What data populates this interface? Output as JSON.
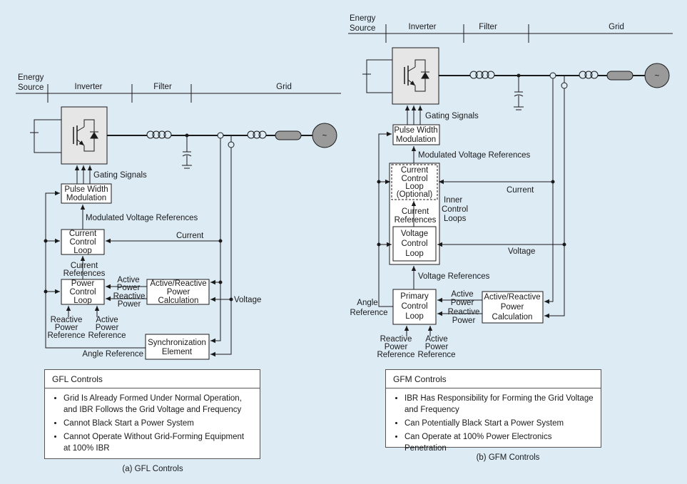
{
  "colors": {
    "background": "#ddebf5",
    "line": "#1a1a1a",
    "inverter_fill": "#e6e6e6",
    "grid_source": "#9a9a9a"
  },
  "gfl": {
    "header": {
      "energy_source_line1": "Energy",
      "energy_source_line2": "Source",
      "inverter": "Inverter",
      "filter": "Filter",
      "grid": "Grid"
    },
    "pwm": {
      "line1": "Pulse Width",
      "line2": "Modulation"
    },
    "ccl": {
      "line1": "Current",
      "line2": "Control",
      "line3": "Loop"
    },
    "pcl": {
      "line1": "Power",
      "line2": "Control",
      "line3": "Loop"
    },
    "calc": {
      "line1": "Active/Reactive",
      "line2": "Power",
      "line3": "Calculation"
    },
    "sync": {
      "line1": "Synchronization",
      "line2": "Element"
    },
    "labels": {
      "gating": "Gating Signals",
      "modulated": "Modulated Voltage References",
      "current": "Current",
      "curref1": "Current",
      "curref2": "References",
      "active1": "Active",
      "active2": "Power",
      "reactive1": "Reactive",
      "reactive2": "Power",
      "voltage": "Voltage",
      "rref1": "Reactive",
      "rref2": "Power",
      "rref3": "Reference",
      "aref1": "Active",
      "aref2": "Power",
      "aref3": "Reference",
      "angle": "Angle Reference"
    },
    "panel": {
      "title": "GFL Controls",
      "bullets": [
        "Grid Is Already Formed Under Normal Operation, and IBR Follows the Grid Voltage and Frequency",
        "Cannot Black Start a Power System",
        "Cannot Operate Without Grid-Forming Equipment at 100% IBR"
      ]
    },
    "caption": "(a) GFL Controls"
  },
  "gfm": {
    "header": {
      "energy_source_line1": "Energy",
      "energy_source_line2": "Source",
      "inverter": "Inverter",
      "filter": "Filter",
      "grid": "Grid"
    },
    "pwm": {
      "line1": "Pulse Width",
      "line2": "Modulation"
    },
    "ccl": {
      "line1": "Current",
      "line2": "Control",
      "line3": "Loop",
      "line4": "(Optional)"
    },
    "vcl": {
      "line1": "Voltage",
      "line2": "Control",
      "line3": "Loop"
    },
    "pcl": {
      "line1": "Primary",
      "line2": "Control",
      "line3": "Loop"
    },
    "calc": {
      "line1": "Active/Reactive",
      "line2": "Power",
      "line3": "Calculation"
    },
    "labels": {
      "gating": "Gating Signals",
      "modulated": "Modulated Voltage References",
      "current": "Current",
      "curref1": "Current",
      "curref2": "References",
      "inner1": "Inner",
      "inner2": "Control",
      "inner3": "Loops",
      "voltage": "Voltage",
      "voltref": "Voltage References",
      "active1": "Active",
      "active2": "Power",
      "reactive1": "Reactive",
      "reactive2": "Power",
      "angle1": "Angle",
      "angle2": "Reference",
      "rref1": "Reactive",
      "rref2": "Power",
      "rref3": "Reference",
      "aref1": "Active",
      "aref2": "Power",
      "aref3": "Reference"
    },
    "panel": {
      "title": "GFM Controls",
      "bullets": [
        "IBR Has Responsibility for Forming the Grid Voltage and Frequency",
        "Can Potentially Black Start a Power System",
        "Can Operate at 100% Power Electronics Penetration"
      ]
    },
    "caption": "(b) GFM Controls"
  }
}
